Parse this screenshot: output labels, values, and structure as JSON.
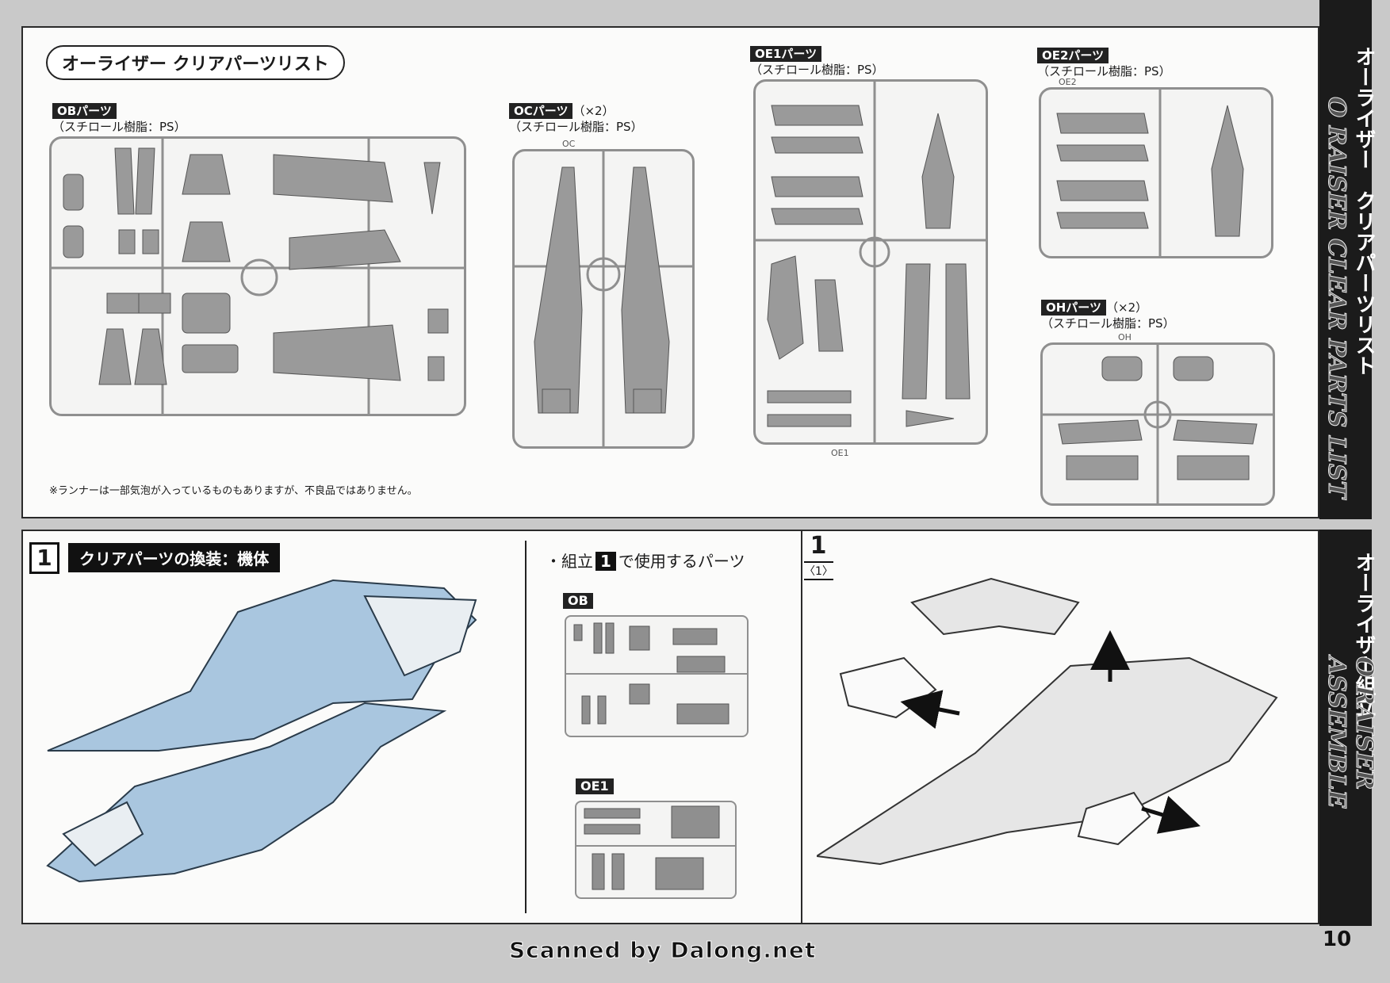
{
  "header": {
    "list_title": "オーライザー クリアパーツリスト"
  },
  "runners": {
    "ob": {
      "label": "OBパーツ",
      "material": "（スチロール樹脂：PS）"
    },
    "oc": {
      "label": "OCパーツ",
      "count": "（×2）",
      "material": "（スチロール樹脂：PS）",
      "code": "OC"
    },
    "oe1": {
      "label": "OE1パーツ",
      "material": "（スチロール樹脂：PS）",
      "code": "OE1"
    },
    "oe2": {
      "label": "OE2パーツ",
      "material": "（スチロール樹脂：PS）",
      "code": "OE2"
    },
    "oh": {
      "label": "OHパーツ",
      "count": "（×2）",
      "material": "（スチロール樹脂：PS）",
      "code": "OH"
    }
  },
  "footnote": "※ランナーは一部気泡が入っているものもありますが、不良品ではありません。",
  "step1": {
    "number": "1",
    "title": "クリアパーツの換装：機体",
    "parts_used_prefix": "・組立",
    "parts_used_number": "1",
    "parts_used_suffix": "で使用するパーツ",
    "runner_ob": "OB",
    "runner_oe1": "OE1",
    "substep_number": "1",
    "substep_label": "〈1〉"
  },
  "sidebar": {
    "top_ja": "オーライザー　クリアパーツリスト",
    "top_en": "O RAISER CLEAR PARTS LIST",
    "bottom_ja": "オーライザー組立",
    "bottom_en": "O RAISER ASSEMBLE",
    "page_number": "10"
  },
  "watermark": "Scanned by Dalong.net",
  "colors": {
    "clear_part_fill": "#a9c6df",
    "runner_grey": "#8f8f8f",
    "sidebar_black": "#1b1b1b"
  }
}
